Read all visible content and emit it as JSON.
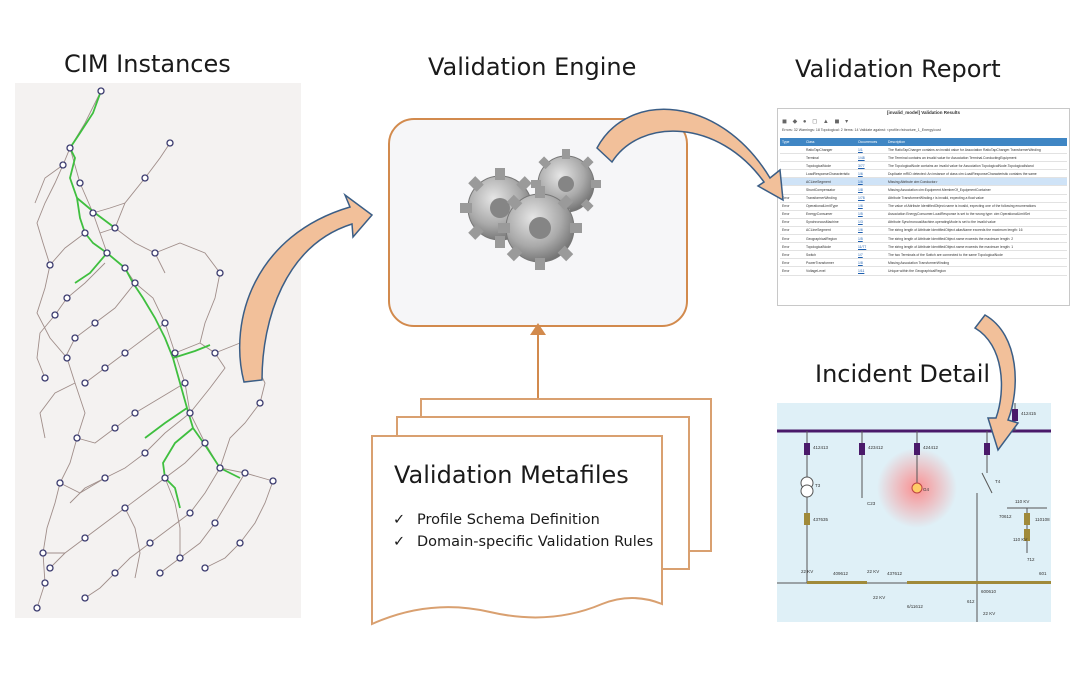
{
  "titles": {
    "cim": "CIM Instances",
    "engine": "Validation Engine",
    "report": "Validation Report",
    "incident": "Incident Detail"
  },
  "metafiles": {
    "title": "Validation Metafiles",
    "items": [
      "Profile Schema Definition",
      "Domain-specific Validation  Rules"
    ]
  },
  "colors": {
    "arrow_fill": "#f2c09a",
    "arrow_edge": "#3b5e86",
    "engine_border": "#d28a4d",
    "report_header": "#3f86c4",
    "map_line": "#a08e8a",
    "map_highlight": "#3fbf3f",
    "node_ring": "#3a3a6e"
  },
  "report": {
    "title": "[invalid_model] Validation Results",
    "status": "Errors: 32     Warnings: 18     Topological: 2     Items: 14     Validate against: <profile>/structure_1_Energy/cust",
    "columns": [
      "Type",
      "Class",
      "Occurrences",
      "Description"
    ],
    "rows": [
      {
        "type": "",
        "class": "RatioTapChanger",
        "occ": "1/1",
        "desc": "The RatioTapChanger contains an invalid value for Association RatioTapChanger.TransformerWinding",
        "sel": false
      },
      {
        "type": "",
        "class": "Terminal",
        "occ": "1/48",
        "desc": "The Terminal contains an invalid value for Association Terminal.ConductingEquipment",
        "sel": false
      },
      {
        "type": "",
        "class": "TopologicalNode",
        "occ": "3/77",
        "desc": "The TopologicalNode contains an invalid value for Association TopologicalNode.TopologicalIsland",
        "sel": false
      },
      {
        "type": "",
        "class": "LoadResponseCharacteristic",
        "occ": "1/6",
        "desc": "Duplicate mRID detected: An instance of class cim:LoadResponseCharacteristic contains the same",
        "sel": false
      },
      {
        "type": "",
        "class": "ACLineSegment",
        "occ": "1/6",
        "desc": "Missing Attribute cim:Conductor.r",
        "sel": true
      },
      {
        "type": "",
        "class": "ShuntCompensator",
        "occ": "1/8",
        "desc": "Missing Association cim:Equipment.MemberOf_EquipmentContainer",
        "sel": false
      },
      {
        "type": "Error",
        "class": "TransformerWinding",
        "occ": "1/78",
        "desc": "Attribute TransformerWinding.r is invalid, expecting a float value",
        "sel": false
      },
      {
        "type": "Error",
        "class": "OperationalLimitType",
        "occ": "1/6",
        "desc": "The value of Attribute IdentifiedObject.name is invalid, expecting one of the following enumerations",
        "sel": false
      },
      {
        "type": "Error",
        "class": "EnergyConsumer",
        "occ": "1/5",
        "desc": "Association EnergyConsumer.LoadResponse is set to the wrong type: cim:OperationalLimitSet",
        "sel": false
      },
      {
        "type": "Error",
        "class": "SynchronousMachine",
        "occ": "1/3",
        "desc": "Attribute SynchronousMachine.operatingMode is set to the invalid value",
        "sel": false
      },
      {
        "type": "Error",
        "class": "ACLineSegment",
        "occ": "1/6",
        "desc": "The string length of Attribute IdentifiedObject.aliasName exceeds the maximum length: 16",
        "sel": false
      },
      {
        "type": "Error",
        "class": "GeographicalRegion",
        "occ": "1/5",
        "desc": "The string length of Attribute IdentifiedObject.name exceeds the maximum length: 2",
        "sel": false
      },
      {
        "type": "Error",
        "class": "TopologicalNode",
        "occ": "11/77",
        "desc": "The string length of Attribute IdentifiedObject.name exceeds the maximum length: 1",
        "sel": false
      },
      {
        "type": "Error",
        "class": "Switch",
        "occ": "1/7",
        "desc": "The two Terminals of the Switch are connected to the same TopologicalNode",
        "sel": false
      },
      {
        "type": "Error",
        "class": "PowerTransformer",
        "occ": "1/8",
        "desc": "Missing Association TransformerWinding",
        "sel": false
      },
      {
        "type": "Error",
        "class": "VoltageLevel",
        "occ": "1/11",
        "desc": "Unique within the GeographicalRegion",
        "sel": false
      }
    ]
  },
  "incident": {
    "labels": [
      "412413",
      "423412",
      "424412",
      "412415",
      "T3",
      "T4",
      "C23",
      "G4",
      "437635",
      "22 KV",
      "409612",
      "22 KV",
      "437612",
      "22 KV",
      "6/11612",
      "612",
      "601",
      "600610",
      "22 KV",
      "70612",
      "110108",
      "110 KV",
      "110 KV",
      "712"
    ]
  }
}
